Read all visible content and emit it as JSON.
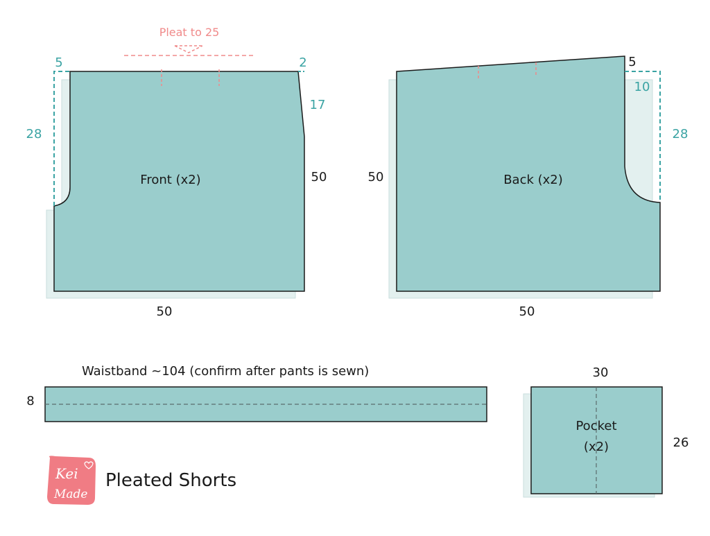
{
  "title": "Pleated Shorts",
  "logo": {
    "text_top": "Kei",
    "text_bottom": "Made"
  },
  "colors": {
    "fabric": "#9acdcc",
    "shadow": "#e3f0ef",
    "accent_teal": "#3aa3a3",
    "accent_pink": "#f08a8a",
    "outline": "#1a1a1a",
    "logo_bg": "#f07c84"
  },
  "front": {
    "label": "Front (x2)",
    "pleat_label": "Pleat to 25",
    "dims": {
      "top_left": "5",
      "top_right": "2",
      "left_height": "28",
      "right_slope": "17",
      "right_height": "50",
      "bottom": "50"
    }
  },
  "back": {
    "label": "Back (x2)",
    "dims": {
      "top_right": "5",
      "crotch_top": "10",
      "right_height": "28",
      "left_height": "50",
      "bottom": "50"
    }
  },
  "waistband": {
    "label": "Waistband ~104 (confirm after pants is sewn)",
    "height": "8"
  },
  "pocket": {
    "label_line1": "Pocket",
    "label_line2": "(x2)",
    "width": "30",
    "height": "26"
  }
}
